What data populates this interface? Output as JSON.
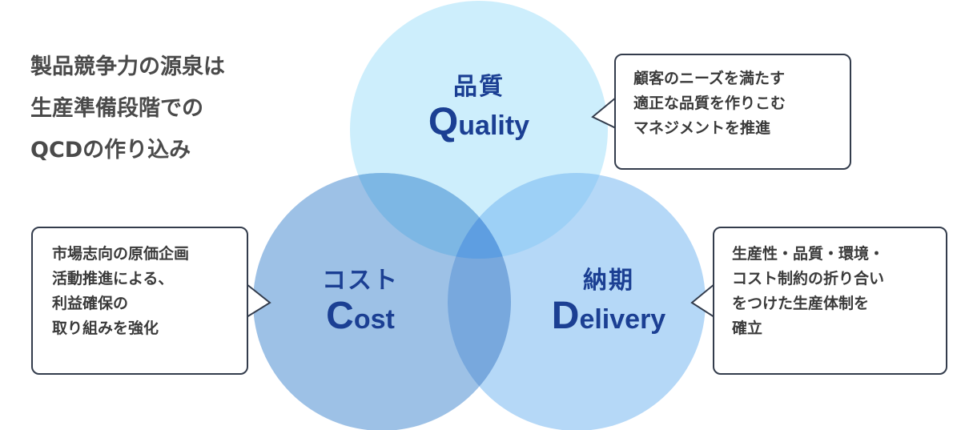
{
  "headline": {
    "lines": [
      "製品競争力の源泉は",
      "生産準備段階での",
      "QCDの作り込み"
    ]
  },
  "circles": {
    "quality": {
      "jp": "品質",
      "en_cap": "Q",
      "en_rest": "uality",
      "color": "#cdeefc"
    },
    "cost": {
      "jp": "コスト",
      "en_cap": "C",
      "en_rest": "ost",
      "color": "#9dc1e6"
    },
    "delivery": {
      "jp": "納期",
      "en_cap": "D",
      "en_rest": "elivery",
      "color": "#b5d8f7"
    }
  },
  "callouts": {
    "quality": {
      "lines": [
        "顧客のニーズを満たす",
        "適正な品質を作りこむ",
        "マネジメントを推進"
      ]
    },
    "cost": {
      "lines": [
        "市場志向の原価企画",
        "活動推進による、",
        "利益確保の",
        "取り組みを強化"
      ]
    },
    "delivery": {
      "lines": [
        "生産性・品質・環境・",
        "コスト制約の折り合い",
        "をつけた生産体制を",
        "確立"
      ]
    }
  },
  "colors": {
    "label_text": "#1b3f93",
    "headline_text": "#4a4a4a",
    "callout_border": "#333c4c",
    "overlap_quality_cost": "#7db7e4",
    "overlap_quality_delivery": "#9dd0f6",
    "overlap_cost_delivery": "#78a8dd",
    "overlap_center": "#5e9ee1"
  }
}
